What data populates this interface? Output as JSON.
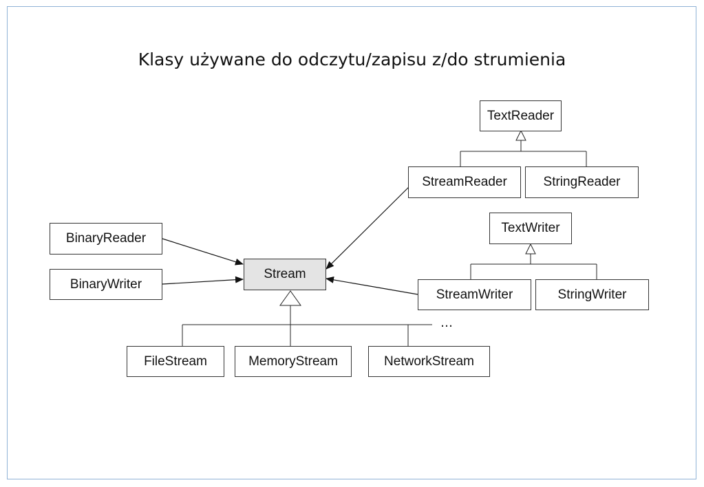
{
  "title": "Klasy używane do odczytu/zapisu z/do strumienia",
  "classes": {
    "stream": "Stream",
    "binary_reader": "BinaryReader",
    "binary_writer": "BinaryWriter",
    "text_reader": "TextReader",
    "stream_reader": "StreamReader",
    "string_reader": "StringReader",
    "text_writer": "TextWriter",
    "stream_writer": "StreamWriter",
    "string_writer": "StringWriter",
    "file_stream": "FileStream",
    "memory_stream": "MemoryStream",
    "network_stream": "NetworkStream"
  },
  "more_subclasses": "…",
  "colors": {
    "frame_border": "#8fb2d6",
    "core_fill": "#e4e4e4",
    "line": "#222222"
  }
}
